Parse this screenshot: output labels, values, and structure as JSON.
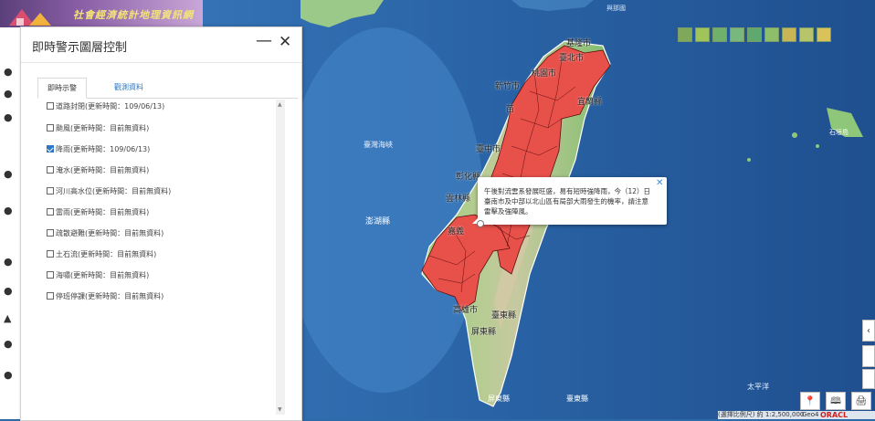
{
  "banner": {
    "title": "社會經濟統計地理資訊網"
  },
  "panel": {
    "title": "即時警示圖層控制",
    "minimize": "—",
    "close": "✕",
    "tabs": [
      {
        "label": "即時示警"
      },
      {
        "label": "觀測資料"
      }
    ],
    "items": [
      {
        "label": "道路封閉(更新時間：109/06/13)",
        "checked": false
      },
      {
        "label": "颱風(更新時間：目前無資料)",
        "checked": false
      },
      {
        "label": "降雨(更新時間：109/06/13)",
        "checked": true
      },
      {
        "label": "淹水(更新時間：目前無資料)",
        "checked": false
      },
      {
        "label": "河川高水位(更新時間：目前無資料)",
        "checked": false
      },
      {
        "label": "雷雨(更新時間：目前無資料)",
        "checked": false
      },
      {
        "label": "疏散避難(更新時間：目前無資料)",
        "checked": false
      },
      {
        "label": "土石流(更新時間：目前無資料)",
        "checked": false
      },
      {
        "label": "海嘯(更新時間：目前無資料)",
        "checked": false
      },
      {
        "label": "停班停課(更新時間：目前無資料)",
        "checked": false
      }
    ]
  },
  "map": {
    "labels": {
      "keelung": "基隆市",
      "taipei": "臺北市",
      "taoyuan": "桃園市",
      "hsinchu": "新竹市",
      "yilan": "宜蘭縣",
      "miaoli": "苗",
      "taiwan_strait": "臺灣海峽",
      "taichung": "臺中市",
      "changhua": "彰化縣",
      "yunlin": "雲林縣",
      "penghu": "澎湖縣",
      "chiayi": "嘉義",
      "kaohsiung": "高雄市",
      "taitung": "臺東縣",
      "pingtung": "屏東縣",
      "pingtung_town": "屏東縣",
      "taidong_town": "臺東縣",
      "pacific": "太平洋",
      "ishigaki": "石垣島",
      "yonaguni": "與那國"
    }
  },
  "popup": {
    "text": "午後對流雲系發展旺盛，易有短時強降雨，今（12）日臺南市及中部以北山區有局部大雨發生的機率，請注意雷擊及強陣風。",
    "close": "✕"
  },
  "right_controls": {
    "pin": "📍",
    "book": "🕮",
    "print": "🖨"
  },
  "status": {
    "scale": "(選擇比例尺) 約 1:2,500,000",
    "brand_prefix": "Geo4",
    "brand": "ORACL"
  },
  "colors": {
    "alert_fill": "#e8504a",
    "ocean": "#2c6aa8",
    "land": "#8fc77a"
  }
}
